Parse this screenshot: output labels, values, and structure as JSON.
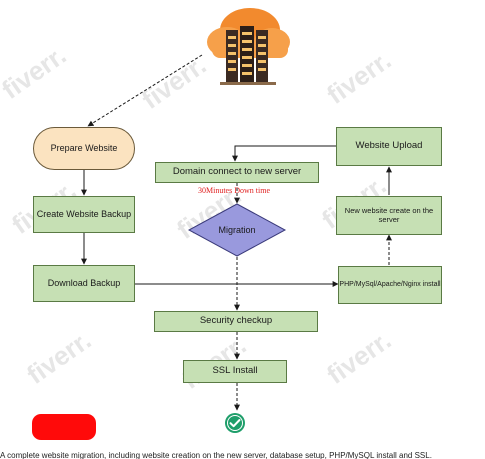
{
  "nodes": {
    "prepare_website": "Prepare Website",
    "create_backup": "Create Website Backup",
    "download_backup": "Download Backup",
    "domain_connect": "Domain connect to new server",
    "downtime_note": "30Minutes Down time",
    "migration": "Migration",
    "security_checkup": "Security checkup",
    "ssl_install": "SSL Install",
    "website_upload": "Website Upload",
    "new_website_create": "New website create on the server",
    "php_mysql_install": "PHP/MySql/Apache/Nginx install"
  },
  "watermark": "fiverr.",
  "footer_text": "A complete website migration, including website creation on the new server, database setup, PHP/MySQL install and SSL.",
  "colors": {
    "process_fill": "#c6e0b4",
    "start_fill": "#fbe3c0",
    "decision_fill": "#9999dd",
    "note_red": "#e02020",
    "check_green": "#1e9e6a"
  },
  "icons": [
    "cloud-server-icon",
    "checkmark-icon"
  ]
}
